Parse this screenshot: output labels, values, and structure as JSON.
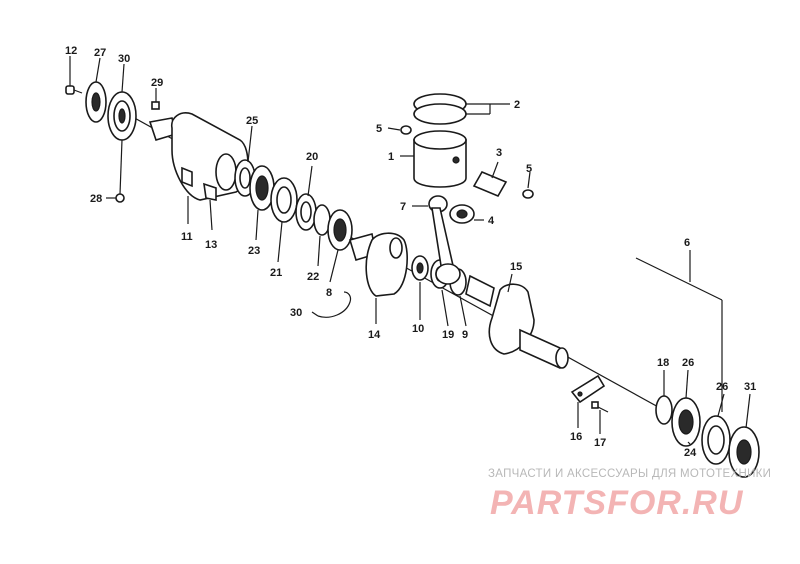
{
  "labels": [
    {
      "id": "p12",
      "text": "12"
    },
    {
      "id": "p27",
      "text": "27"
    },
    {
      "id": "p30a",
      "text": "30"
    },
    {
      "id": "p29",
      "text": "29"
    },
    {
      "id": "p28",
      "text": "28"
    },
    {
      "id": "p25",
      "text": "25"
    },
    {
      "id": "p11",
      "text": "11"
    },
    {
      "id": "p13",
      "text": "13"
    },
    {
      "id": "p23",
      "text": "23"
    },
    {
      "id": "p21",
      "text": "21"
    },
    {
      "id": "p20",
      "text": "20"
    },
    {
      "id": "p22",
      "text": "22"
    },
    {
      "id": "p8",
      "text": "8"
    },
    {
      "id": "p5a",
      "text": "5"
    },
    {
      "id": "p2",
      "text": "2"
    },
    {
      "id": "p1",
      "text": "1"
    },
    {
      "id": "p3",
      "text": "3"
    },
    {
      "id": "p5b",
      "text": "5"
    },
    {
      "id": "p7",
      "text": "7"
    },
    {
      "id": "p4",
      "text": "4"
    },
    {
      "id": "p6",
      "text": "6"
    },
    {
      "id": "p15",
      "text": "15"
    },
    {
      "id": "p30b",
      "text": "30"
    },
    {
      "id": "p14",
      "text": "14"
    },
    {
      "id": "p10",
      "text": "10"
    },
    {
      "id": "p19",
      "text": "19"
    },
    {
      "id": "p9",
      "text": "9"
    },
    {
      "id": "p18",
      "text": "18"
    },
    {
      "id": "p26a",
      "text": "26"
    },
    {
      "id": "p26b",
      "text": "26"
    },
    {
      "id": "p31",
      "text": "31"
    },
    {
      "id": "p16",
      "text": "16"
    },
    {
      "id": "p17",
      "text": "17"
    },
    {
      "id": "p24",
      "text": "24"
    }
  ],
  "watermark": {
    "caption": "ЗАПЧАСТИ И АКСЕССУАРЫ ДЛЯ МОТОТЕХНИКИ",
    "logo": "PARTSFOR.RU"
  }
}
